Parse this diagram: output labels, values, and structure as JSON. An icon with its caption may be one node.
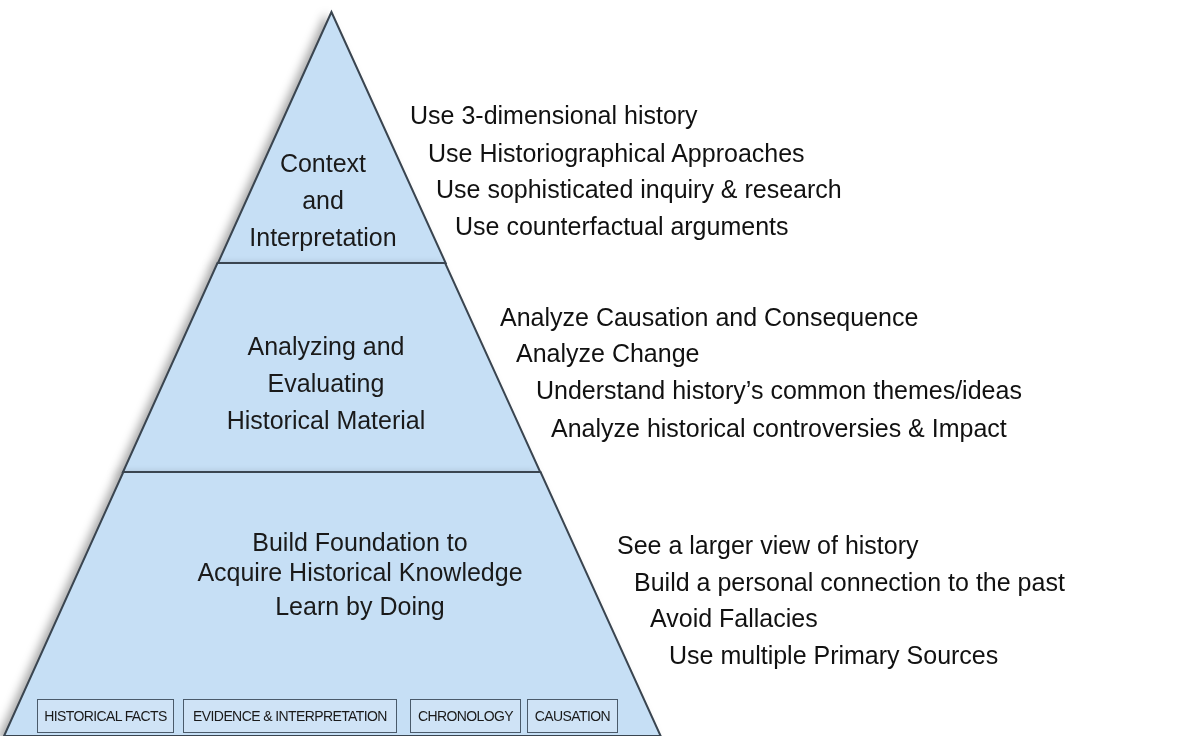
{
  "diagram": {
    "nodes": [
      {
        "text": [
          "Context and Interpretation"
        ],
        "beside": [
          "Use 3-dimensional history",
          "Use Historiographical Approaches",
          "Use sophisticated inquiry & research",
          "Use counterfactual arguments"
        ]
      },
      {
        "text": [
          "Analyzing and Evaluating Historical Material"
        ],
        "beside": [
          "Analyze Causation and Consequence",
          "Analyze Change",
          "Understand history’s common themes/ideas",
          "Analyze historical controversies & Impact"
        ]
      },
      {
        "text": [
          "Build Foundation to",
          "Acquire Historical Knowledge",
          "Learn by Doing"
        ],
        "beside": [
          "See a larger view of history",
          "Build a personal connection to the past",
          "Avoid Fallacies",
          "Use multiple Primary Sources"
        ]
      },
      {
        "text": [
          "HISTORICAL FACTS"
        ],
        "in": 2
      },
      {
        "text": [
          "EVIDENCE & INTERPRETATION"
        ],
        "in": 2
      },
      {
        "text": [
          "CHRONOLOGY"
        ],
        "in": 2
      },
      {
        "text": [
          "CAUSATION"
        ],
        "in": 2
      }
    ]
  }
}
